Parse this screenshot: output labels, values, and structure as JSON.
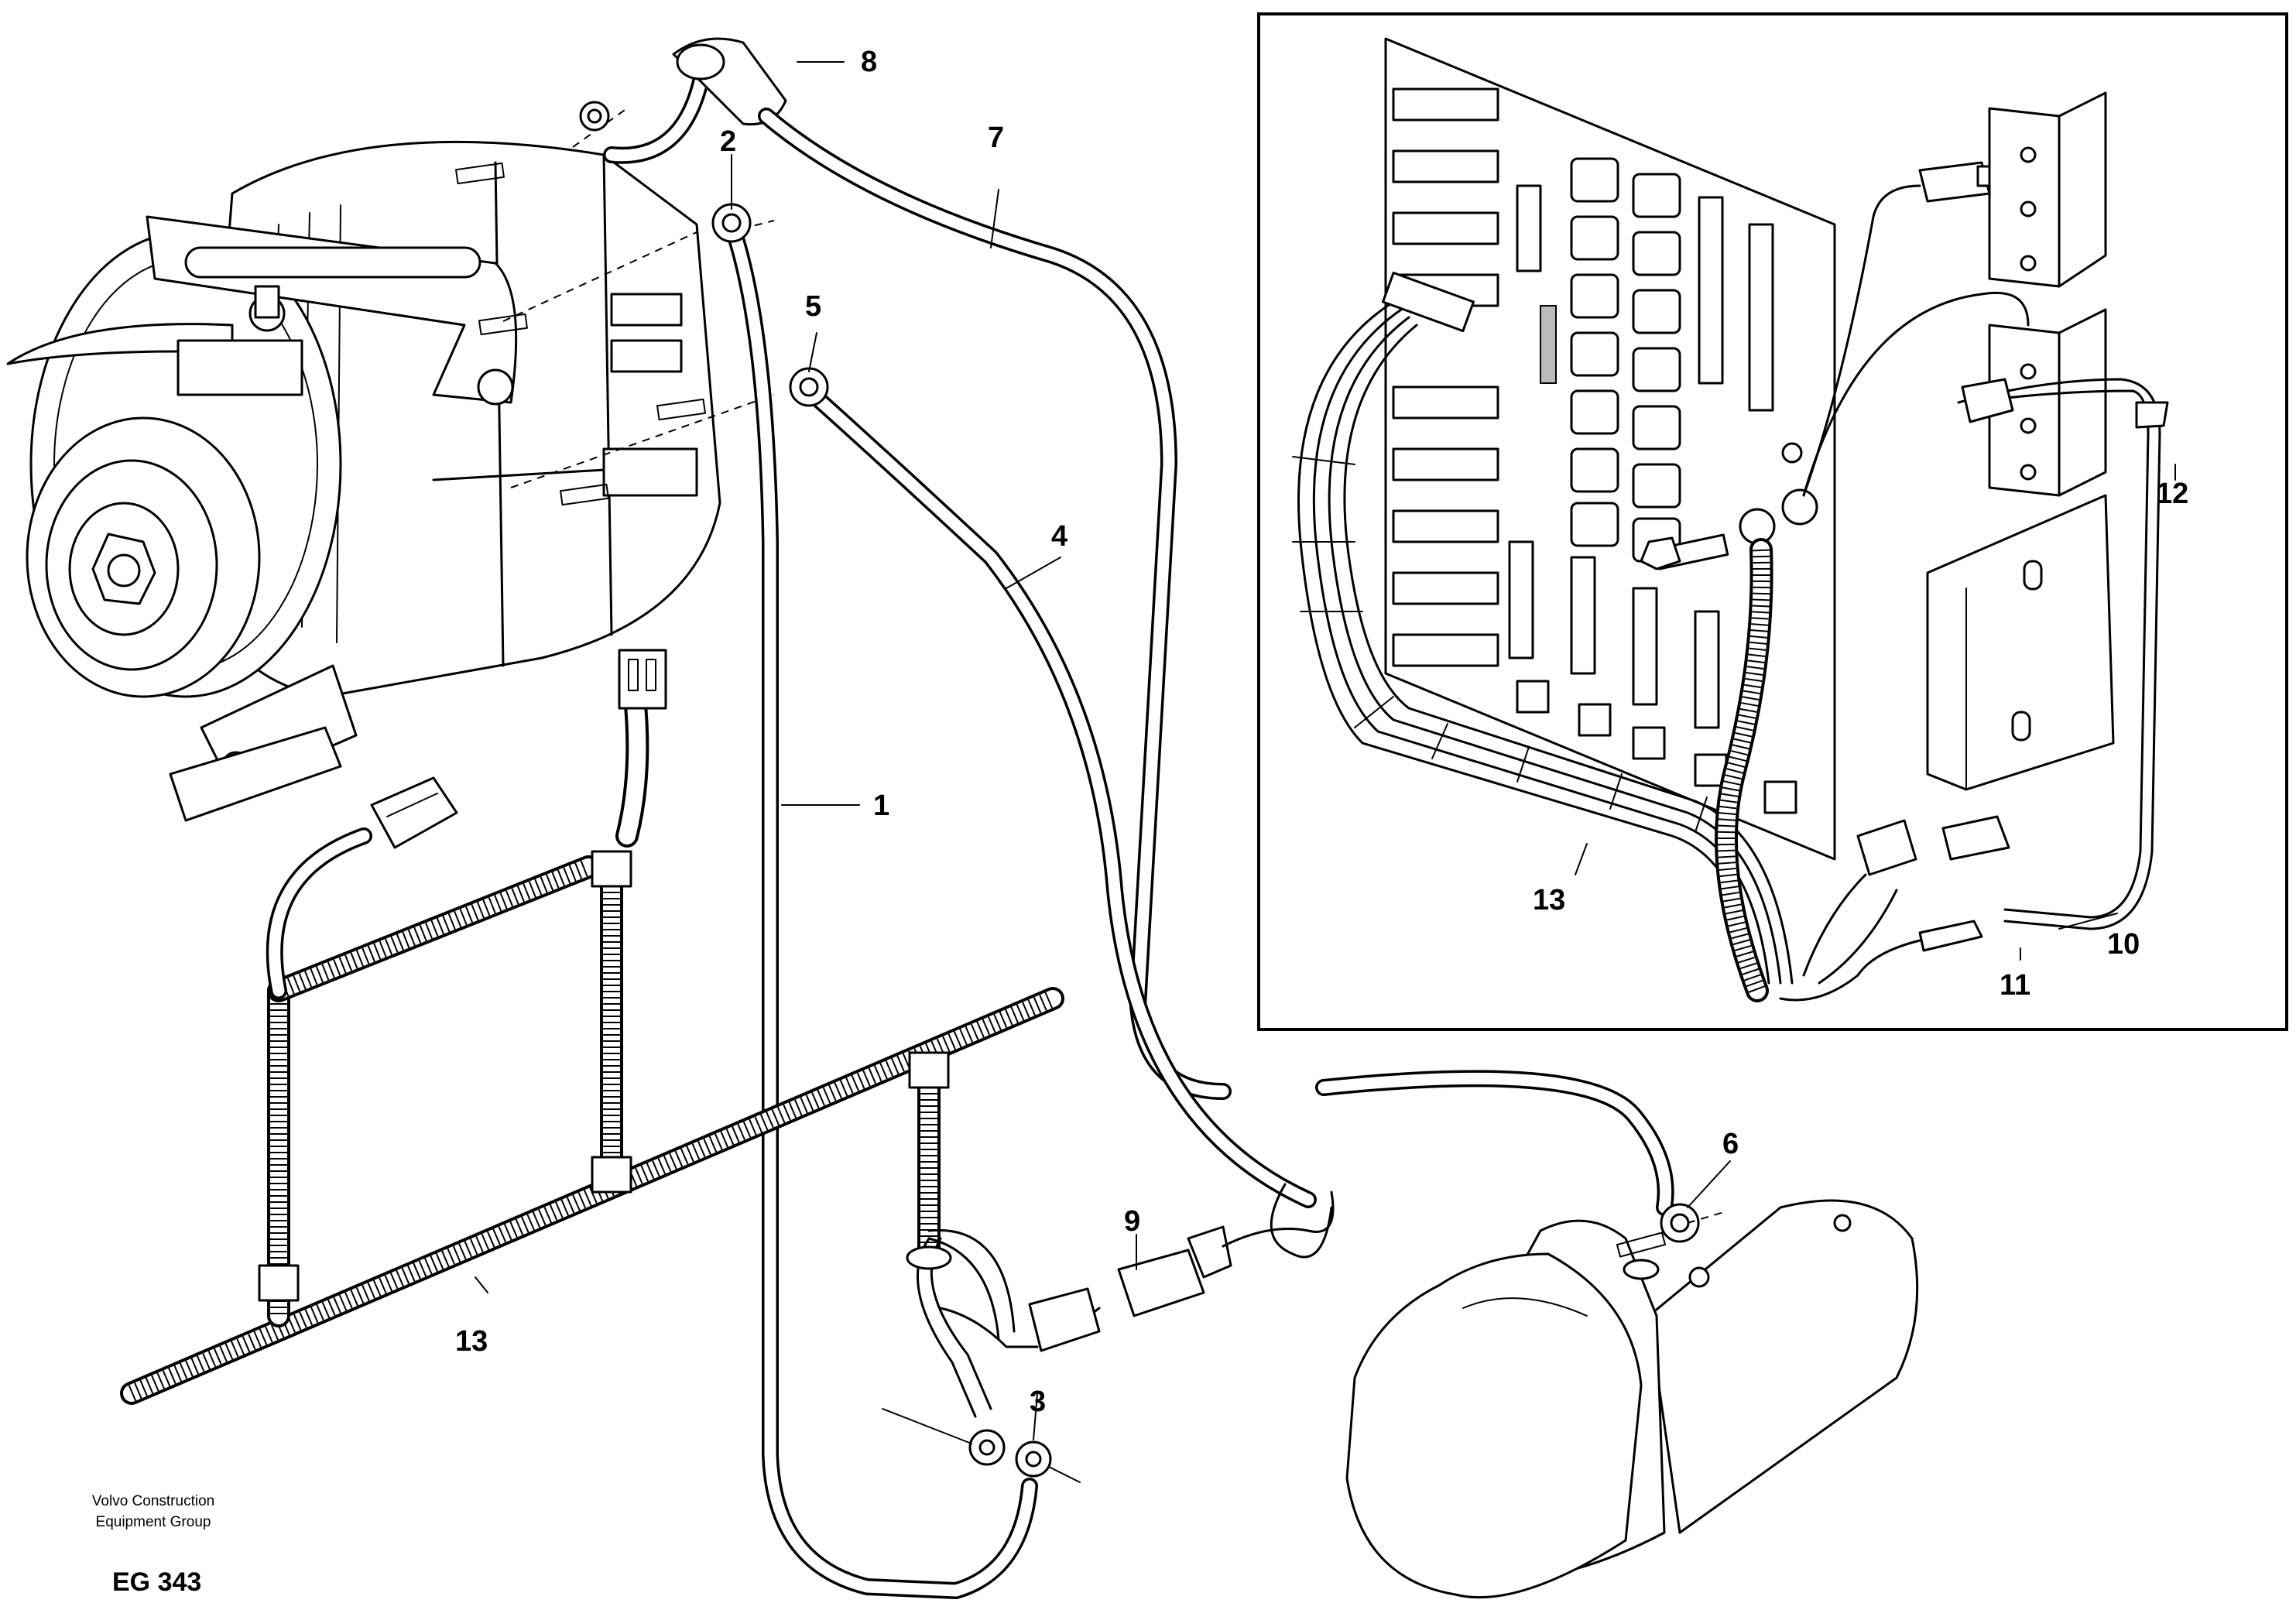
{
  "callouts": {
    "c1": "1",
    "c2": "2",
    "c3": "3",
    "c4": "4",
    "c5": "5",
    "c6": "6",
    "c7": "7",
    "c8": "8",
    "c9": "9",
    "c10": "10",
    "c11": "11",
    "c12": "12",
    "c13_main": "13",
    "c13_inset": "13"
  },
  "footer": {
    "company_line1": "Volvo Construction",
    "company_line2": "Equipment Group",
    "code": "EG 343"
  }
}
